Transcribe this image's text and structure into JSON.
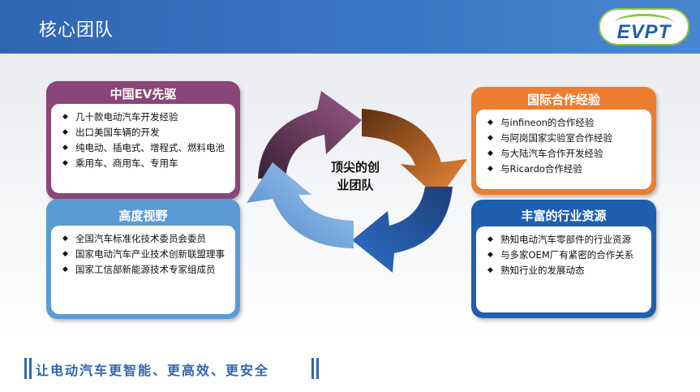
{
  "header": {
    "title": "核心团队",
    "logo_text": "EVPT"
  },
  "center": {
    "line1": "顶尖的创",
    "line2": "业团队"
  },
  "cards": {
    "ev": {
      "title": "中国EV先驱",
      "items": [
        "几十款电动汽车开发经验",
        "出口美国车辆的开发",
        "纯电动、插电式、增程式、燃料电池",
        "乘用车、商用车、专用车"
      ]
    },
    "vision": {
      "title": "高度视野",
      "items": [
        "全国汽车标准化技术委员会委员",
        "国家电动汽车产业技术创新联盟理事",
        "国家工信部新能源技术专家组成员"
      ]
    },
    "intl": {
      "title": "国际合作经验",
      "items": [
        "与infineon的合作经验",
        "与阿岗国家实验室合作经验",
        "与大陆汽车合作开发经验",
        "与Ricardo合作经验"
      ]
    },
    "resource": {
      "title": "丰富的行业资源",
      "items": [
        "熟知电动汽车零部件的行业资源",
        "与多家OEM厂有紧密的合作关系",
        "熟知行业的发展动态"
      ]
    }
  },
  "footer": {
    "slogan": "让电动汽车更智能、更高效、更安全"
  },
  "colors": {
    "header_blue": "#2f66b2",
    "ev_purple": "#8a4678",
    "vision_blue": "#5b9bd5",
    "intl_orange": "#ed7d31",
    "resource_blue": "#1f5fb0",
    "logo_green": "#8dc63f"
  }
}
